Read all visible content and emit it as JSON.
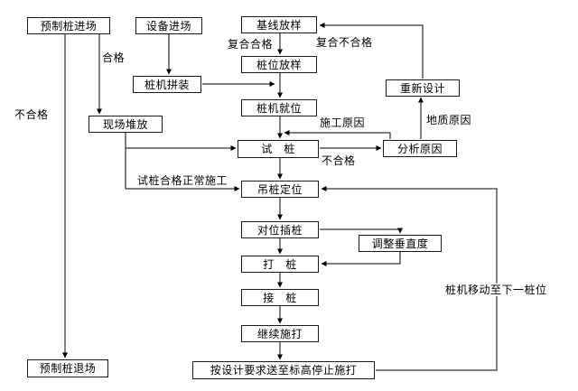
{
  "diagram": {
    "kind": "flowchart",
    "language": "zh-CN",
    "colors": {
      "background": "#ffffff",
      "line": "#000000",
      "box_border": "#1a1a1a",
      "text": "#000000"
    },
    "nodes": {
      "precast_pile_entry": "预制桩进场",
      "equipment_entry": "设备进场",
      "baseline_setout": "基线放样",
      "pile_position_setout": "桩位放样",
      "pile_machine_assembly": "桩机拼装",
      "pile_machine_in_place": "桩机就位",
      "redesign": "重新设计",
      "site_stacking": "现场堆放",
      "test_pile": "试　桩",
      "analyze_reason": "分析原因",
      "hoist_pile_position": "吊桩定位",
      "align_insert_pile": "对位插桩",
      "adjust_verticality": "调整垂直度",
      "pile_driving": "打　桩",
      "pile_splicing": "接　桩",
      "continue_driving": "继续施打",
      "drive_to_elevation_stop": "按设计要求送至标高停止施打",
      "precast_pile_exit": "预制桩退场"
    },
    "edge_labels": {
      "qualified": "合格",
      "unqualified_entry": "不合格",
      "recheck_qualified": "复合合格",
      "recheck_unqualified": "复合不合格",
      "construction_reason": "施工原因",
      "geological_reason": "地质原因",
      "unqualified_test": "不合格",
      "test_pile_qualified_normal": "试桩合格正常施工",
      "machine_move_to_next_pile": "桩机移动至下一桩位"
    }
  }
}
